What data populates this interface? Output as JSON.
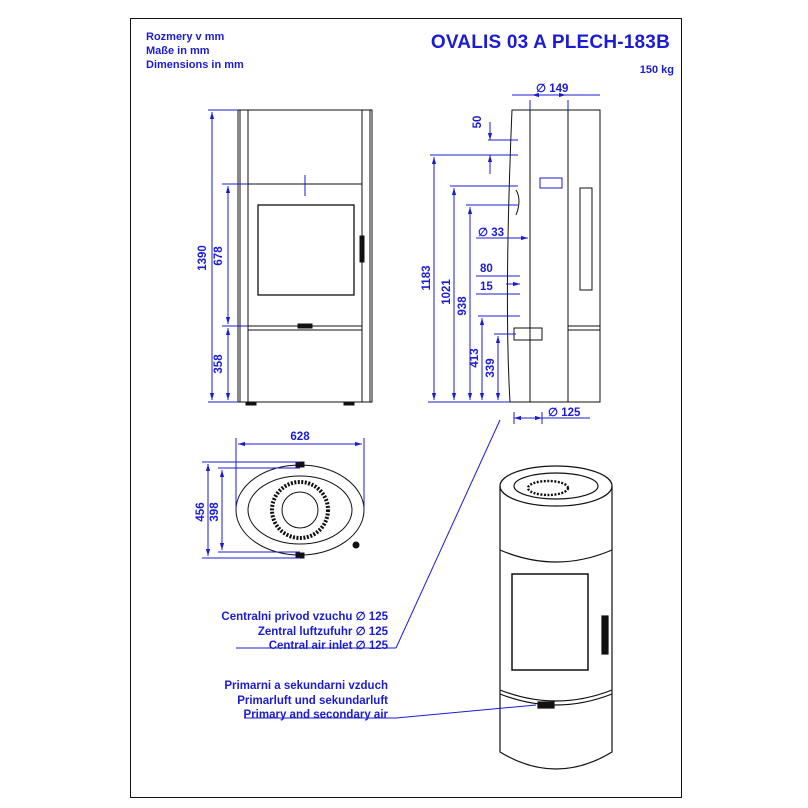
{
  "header": {
    "units": [
      "Rozmery v mm",
      "Maße in mm",
      "Dimensions in mm"
    ],
    "title": "OVALIS 03 A PLECH-183B",
    "weight": "150 kg"
  },
  "front_view": {
    "total_height": "1390",
    "door_height": "678",
    "base_height": "358"
  },
  "side_view": {
    "flue_diameter": "∅ 149",
    "flue_offset": "50",
    "height_1183": "1183",
    "height_1021": "1021",
    "height_938": "938",
    "diameter_33": "∅ 33",
    "dim_80": "80",
    "dim_15": "15",
    "height_413": "413",
    "height_339": "339",
    "inlet_diameter": "∅ 125"
  },
  "top_view": {
    "width": "628",
    "depth_total": "456",
    "depth_body": "398"
  },
  "labels": {
    "central_inlet": [
      "Centralni privod vzuchu ∅ 125",
      "Zentral luftzufuhr ∅ 125",
      "Central air inlet ∅ 125"
    ],
    "primary_secondary": [
      "Primarni a sekundarni vzduch",
      "Primarluft und sekundarluft",
      "Primary and secondary air"
    ]
  },
  "colors": {
    "text": "#1b1bd4",
    "lines": "#111111",
    "frame": "#111111"
  }
}
